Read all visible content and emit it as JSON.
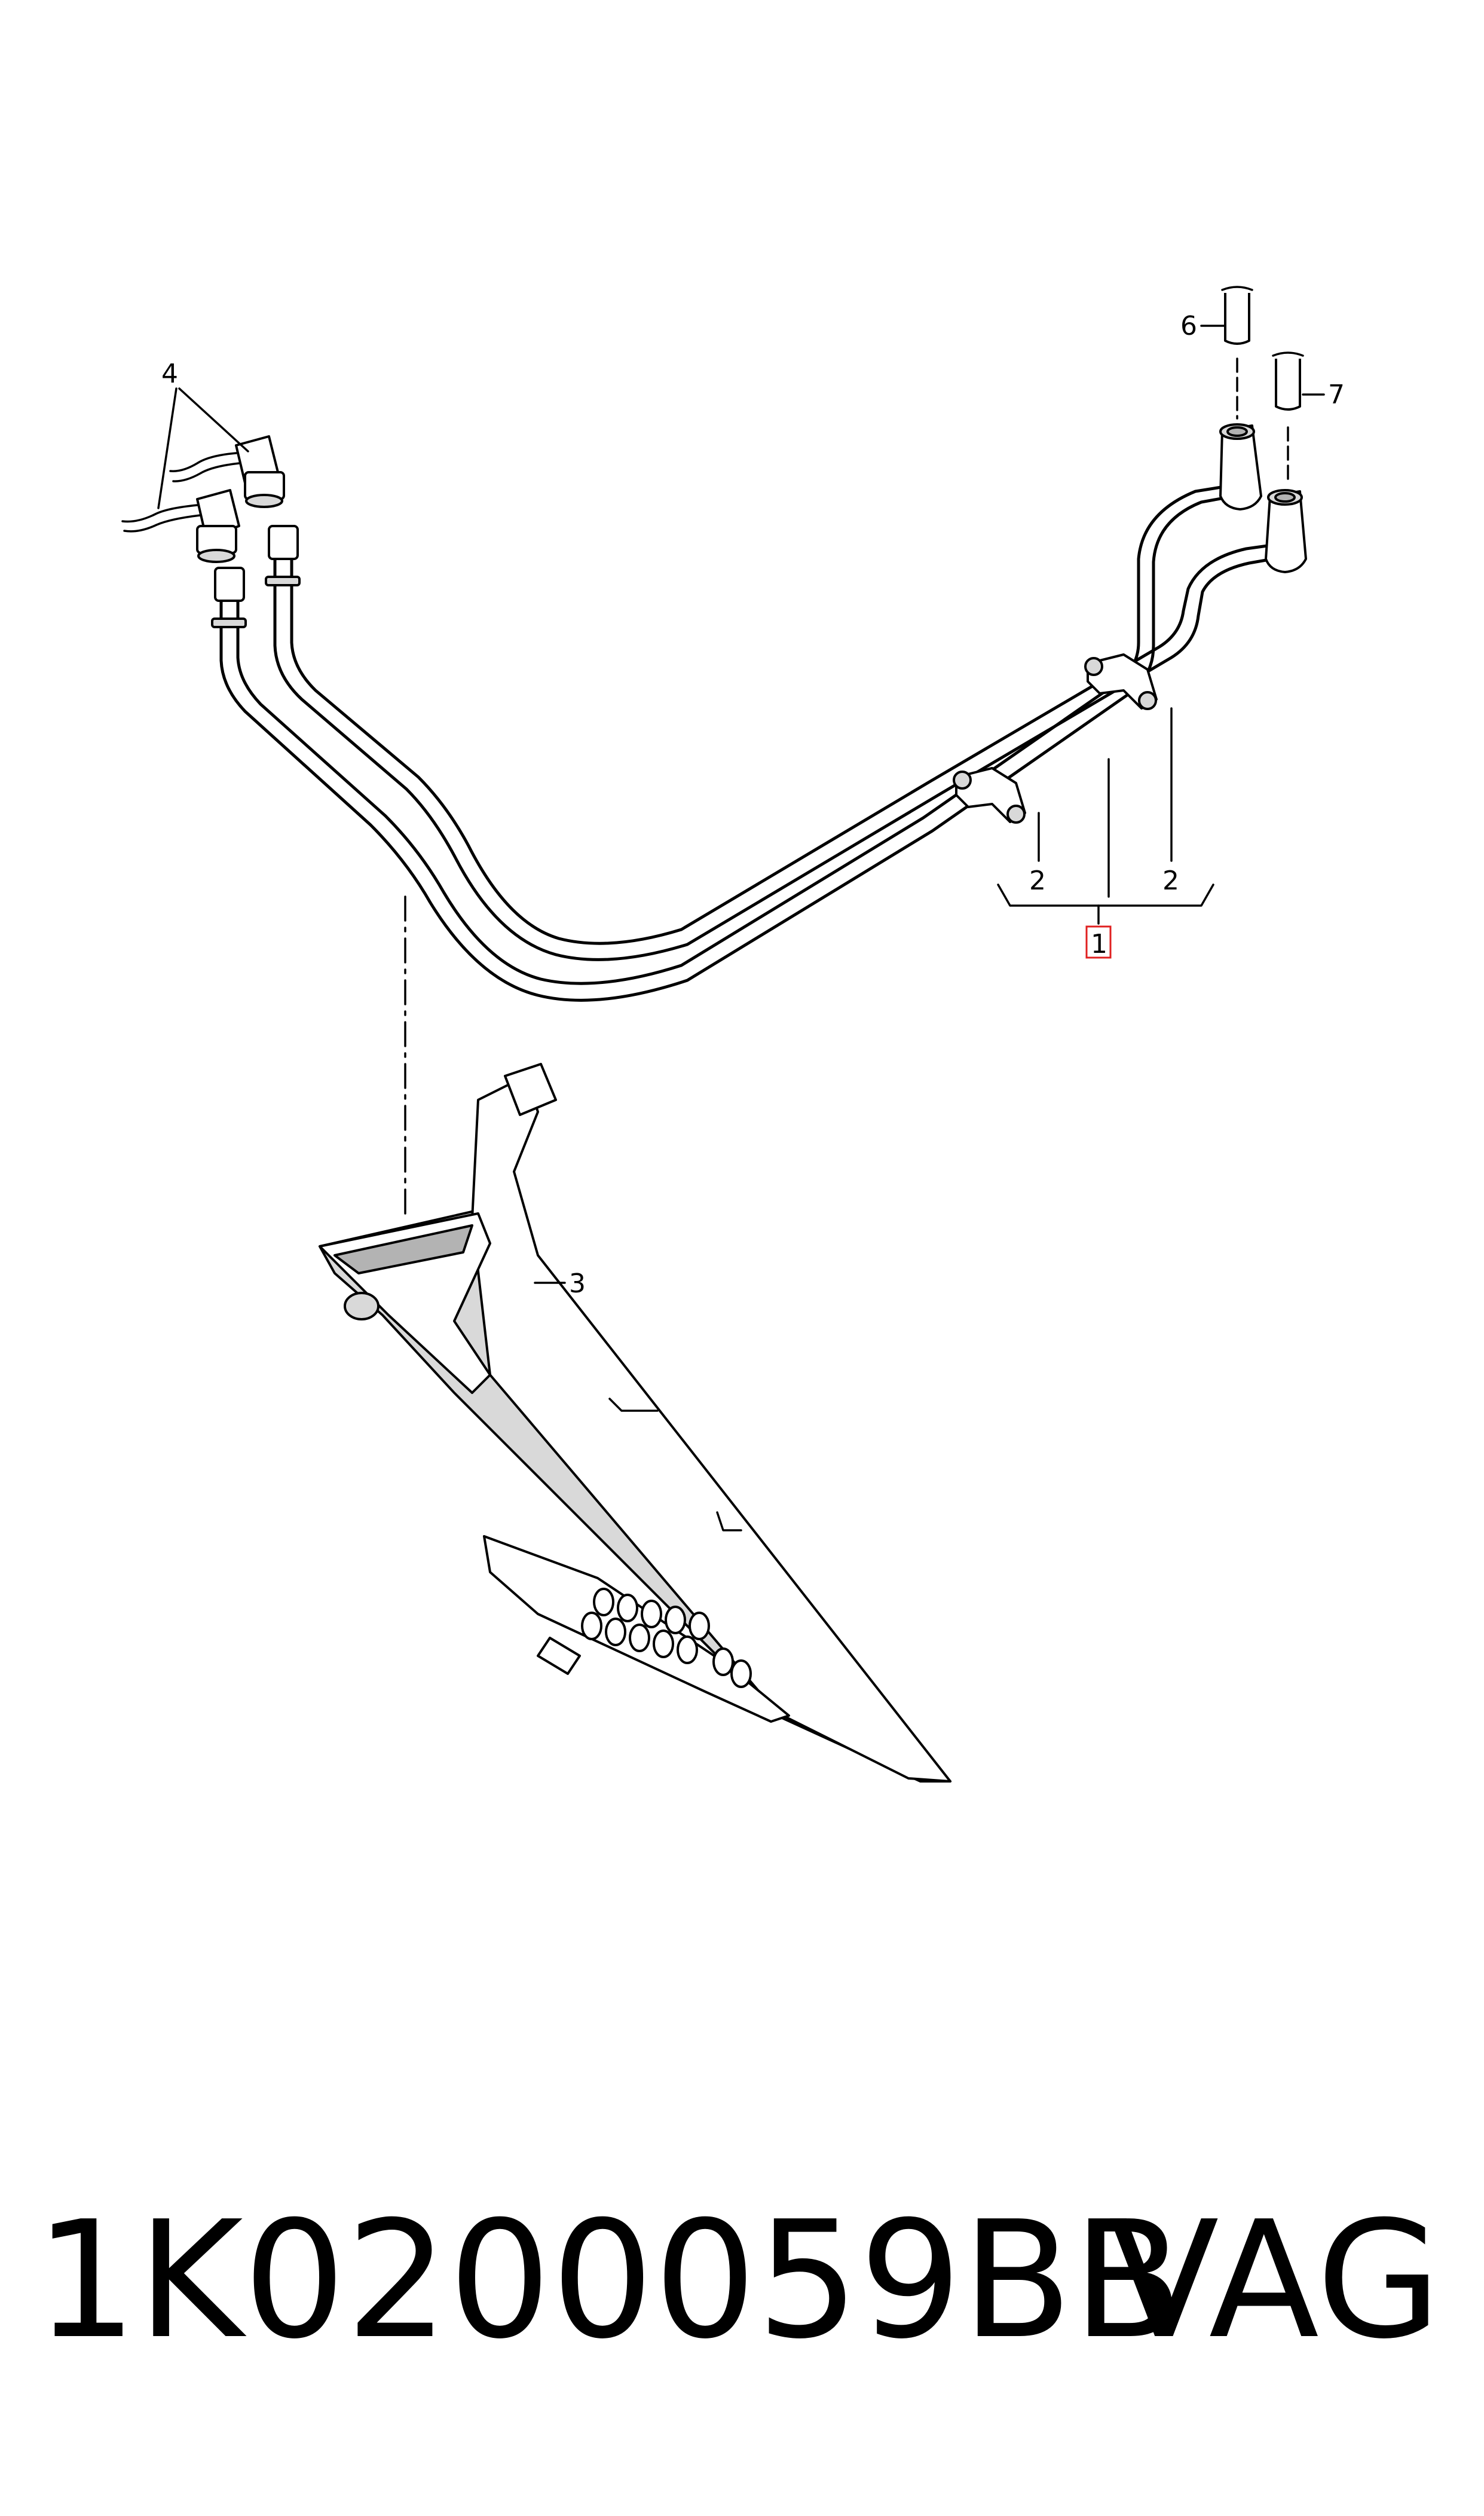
{
  "callouts": {
    "c1": "1",
    "c2a": "2",
    "c2b": "2",
    "c3": "3",
    "c4": "4",
    "c6": "6",
    "c7": "7"
  },
  "highlight_color": "#e02020",
  "footer": {
    "part_number": "1K0200059BB",
    "brand": "VAG"
  }
}
